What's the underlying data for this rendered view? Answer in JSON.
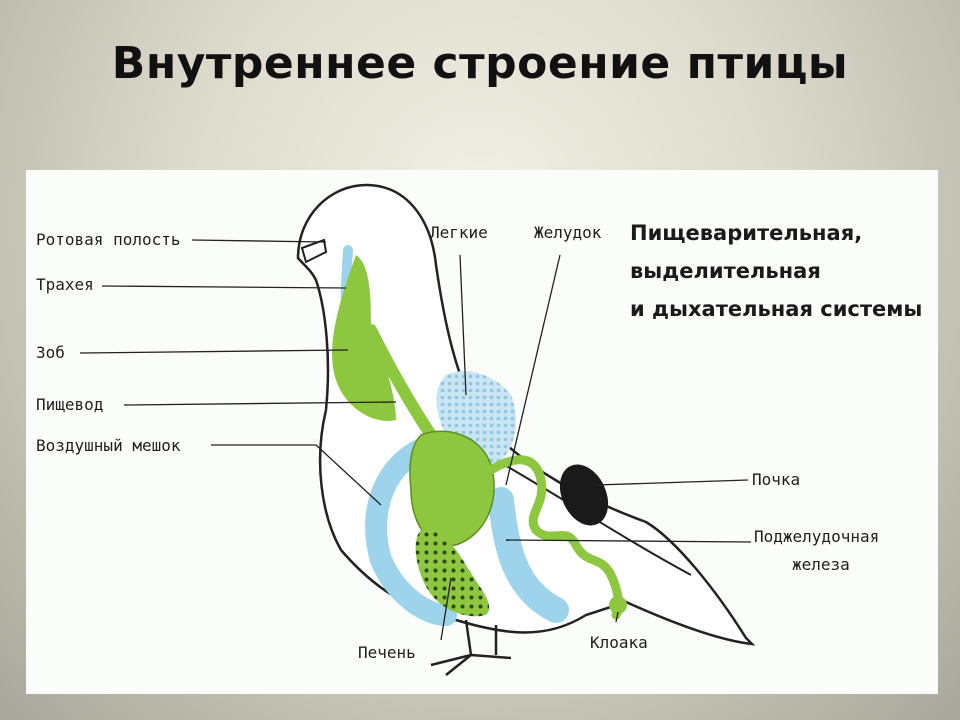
{
  "title": "Внутреннее строение птицы",
  "diagram": {
    "heading_lines": [
      "Пищеварительная,",
      "выделительная",
      "и дыхательная системы"
    ],
    "labels": {
      "oral_cavity": "Ротовая полость",
      "trachea": "Трахея",
      "crop": "Зоб",
      "esophagus": "Пищевод",
      "air_sac": "Воздушный мешок",
      "lungs": "Легкие",
      "stomach": "Желудок",
      "kidney": "Почка",
      "pancreas_line1": "Поджелудочная",
      "pancreas_line2": "железа",
      "liver": "Печень",
      "cloaca": "Клоака"
    },
    "colors": {
      "digestive": "#8dc63f",
      "respiratory": "#9dd4ec",
      "kidney": "#1a1a1a",
      "liver_dots": "#2c4a1a",
      "outline": "#222222"
    }
  }
}
